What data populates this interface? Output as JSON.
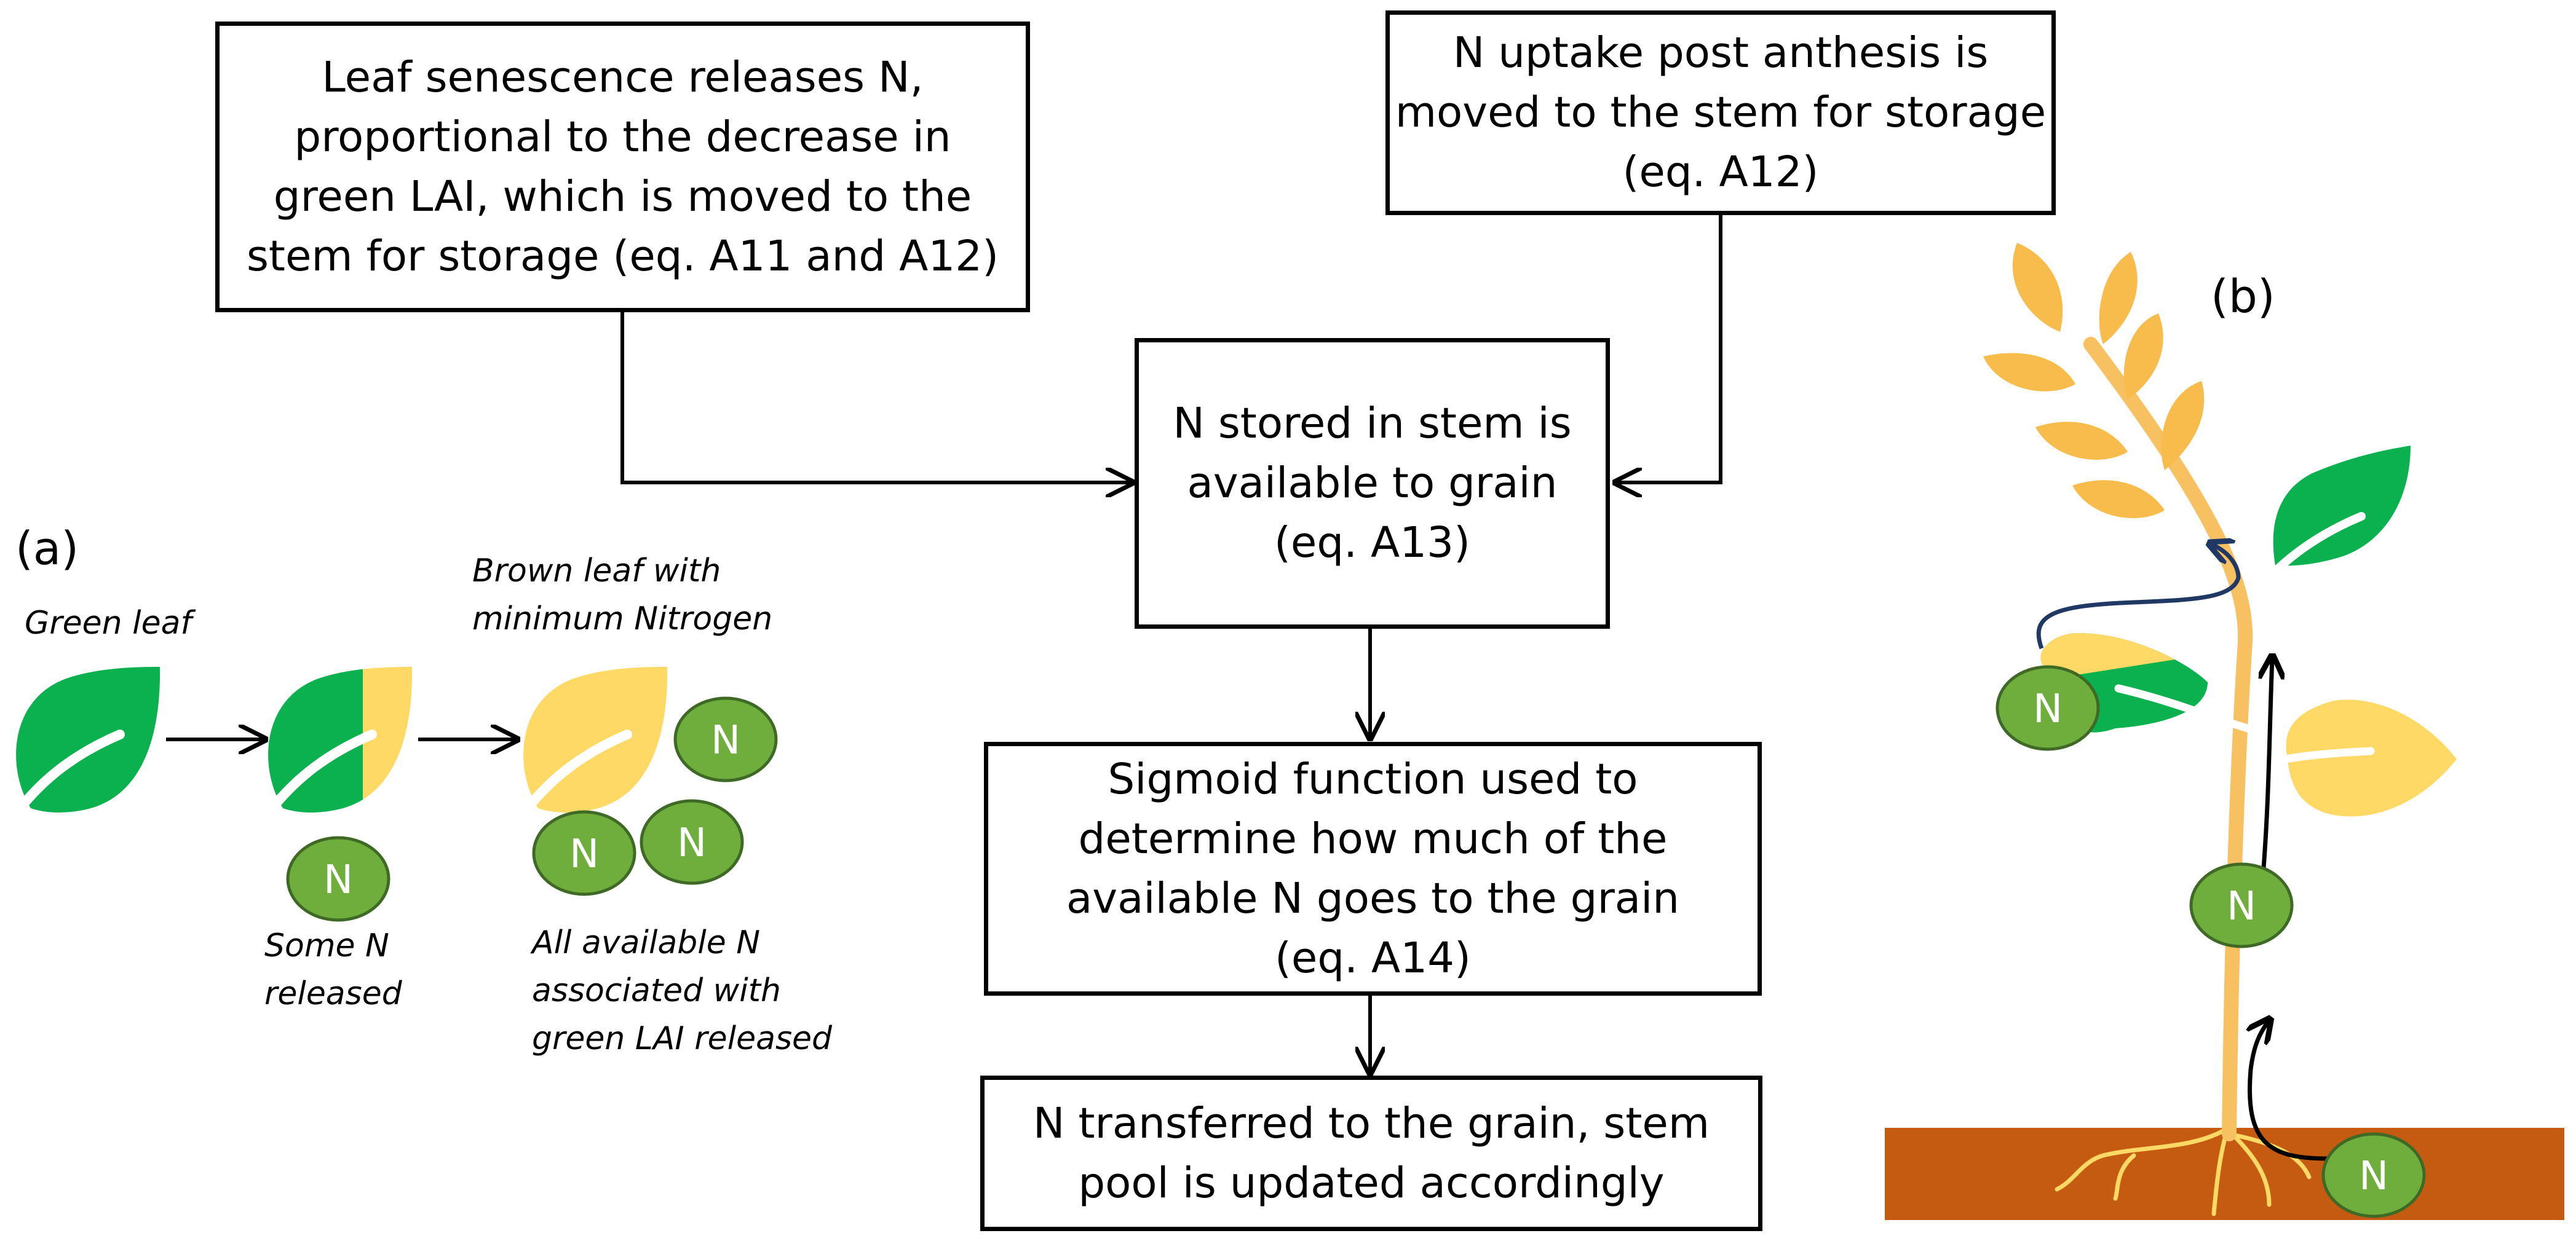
{
  "boxes": {
    "senescence": [
      "Leaf senescence releases N,",
      "proportional to the decrease in",
      "green LAI, which is moved to the",
      "stem for storage (eq. A11 and A12)"
    ],
    "uptake": [
      "N uptake post anthesis is",
      "moved to the stem for storage",
      "(eq. A12)"
    ],
    "stored": [
      "N stored in stem is",
      "available to grain",
      "(eq. A13)"
    ],
    "sigmoid": [
      "Sigmoid function used to",
      "determine how much of the",
      "available N goes to the grain",
      "(eq. A14)"
    ],
    "transfer": [
      "N transferred to the grain, stem",
      "pool is updated accordingly"
    ]
  },
  "panel_a": {
    "panel_label": "(a)",
    "green_leaf": "Green leaf",
    "brown_leaf": [
      "Brown leaf with",
      "minimum Nitrogen"
    ],
    "some_n": [
      "Some N",
      "released"
    ],
    "all_n": [
      "All available N",
      "associated with",
      "green LAI released"
    ]
  },
  "panel_b": {
    "panel_label": "(b)"
  },
  "nitrogen_symbol": "N",
  "colors": {
    "green": "#0BB04F",
    "yellow": "#FFD966",
    "orange_leaf": "#F8BC4C",
    "stem": "#F7C061",
    "n_circle": "#6FAE3C",
    "n_circle_border": "#3F6A26",
    "soil": "#C55A11",
    "dark_arrow": "#1F3864"
  }
}
